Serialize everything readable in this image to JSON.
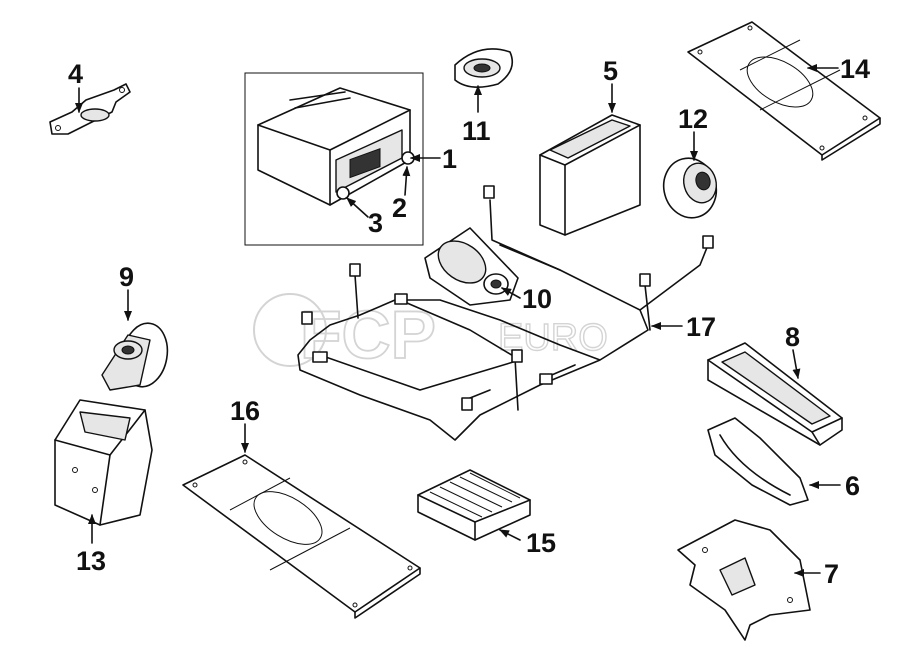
{
  "watermark": {
    "main": "FCP",
    "suffix": "EURO"
  },
  "callouts": [
    {
      "id": "1",
      "label": "1"
    },
    {
      "id": "2",
      "label": "2"
    },
    {
      "id": "3",
      "label": "3"
    },
    {
      "id": "4",
      "label": "4"
    },
    {
      "id": "5",
      "label": "5"
    },
    {
      "id": "6",
      "label": "6"
    },
    {
      "id": "7",
      "label": "7"
    },
    {
      "id": "8",
      "label": "8"
    },
    {
      "id": "9",
      "label": "9"
    },
    {
      "id": "10",
      "label": "10"
    },
    {
      "id": "11",
      "label": "11"
    },
    {
      "id": "12",
      "label": "12"
    },
    {
      "id": "13",
      "label": "13"
    },
    {
      "id": "14",
      "label": "14"
    },
    {
      "id": "15",
      "label": "15"
    },
    {
      "id": "16",
      "label": "16"
    },
    {
      "id": "17",
      "label": "17"
    }
  ]
}
